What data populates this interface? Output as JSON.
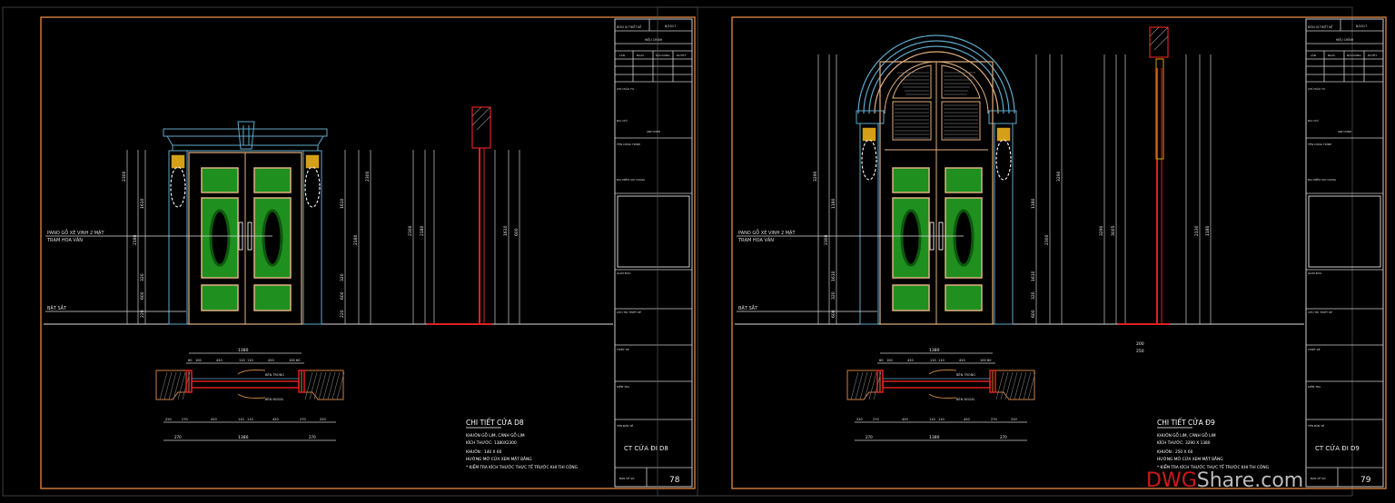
{
  "colors": {
    "background": "#000000",
    "sheet_border": "#c8783a",
    "outline": "#dddddd",
    "frame_cyan": "#5fa8c8",
    "door_tan": "#e0b080",
    "panel_green": "#1f8f1f",
    "section_red": "#e02020",
    "capital_yellow": "#d4a017",
    "watermark_red": "#d01818"
  },
  "sheets": [
    {
      "arched": false,
      "labels": {
        "panel": "PANO GỖ XẺ VINH 2 MẶT",
        "carving": "TRẠM HOA VĂN",
        "hinge": "BẬT SẮT"
      },
      "plan_labels": {
        "inside": "BÊN TRONG",
        "outside": "BÊN NGOÀI"
      },
      "plan_top_total": "1380",
      "plan_top": [
        "60",
        "100",
        "420",
        "110",
        "110",
        "420",
        "100",
        "60"
      ],
      "plan_bottom": [
        "220",
        "270",
        "420",
        "110",
        "110",
        "420",
        "270",
        "220"
      ],
      "plan_bottom_total": "1380",
      "plan_bottom_sides": [
        "270",
        "270"
      ],
      "dims_left": [
        "2300",
        "2180",
        "1610",
        "320",
        "600",
        "220"
      ],
      "dims_right": [
        "2300",
        "2180",
        "1610",
        "320",
        "600",
        "220"
      ],
      "section_dims": [
        "2300",
        "2180",
        "1610",
        "600"
      ],
      "notes": {
        "title": "CHI TIẾT CỬA D8",
        "lines": [
          "KHUÔN GỖ LIM, CÁNH GỖ LIM",
          "KÍCH THƯỚC: 1380X2300",
          "KHUÔN : 140 X 60",
          "HƯỚNG MỞ CỬA XEM MẶT BẰNG",
          "* KIỂM TRA KÍCH THƯỚC THỰC TẾ TRƯỚC KHI THI CÔNG"
        ]
      },
      "title_block": {
        "date": "8/2017",
        "company": "ĐƠN VỊ THIẾT KẾ",
        "revision": "HIỆU CHỈNH",
        "rev_cols": [
          "LẦN",
          "NGÀY",
          "NỘI DUNG",
          "DUYỆT"
        ],
        "owner": "CHỦ ĐẦU TƯ",
        "address": "ĐỊA CHỈ",
        "owner_name": "ANH ĐÌNH",
        "project": "TÊN CÔNG TRÌNH",
        "location": "ĐỊA ĐIỂM XÂY DỰNG",
        "director": "GIÁM ĐỐC",
        "lead": "CHỦ TRÌ THIẾT KẾ",
        "designer": "THIẾT KẾ",
        "checker": "KIỂM TRA",
        "drawing_name_label": "TÊN BẢN VẼ",
        "drawing_name": "CT CỬA ĐI D8",
        "sheet_no_label": "BẢN VẼ SỐ",
        "sheet_no": "78"
      }
    },
    {
      "arched": true,
      "labels": {
        "panel": "PANO GỖ XẺ VINH 2 MẶT",
        "carving": "TRẠM HOA VĂN",
        "hinge": "BẬT SẮT"
      },
      "plan_labels": {
        "inside": "BÊN TRONG",
        "outside": "BÊN NGOÀI"
      },
      "plan_top_total": "1380",
      "plan_top": [
        "60",
        "100",
        "420",
        "110",
        "110",
        "420",
        "100",
        "60"
      ],
      "plan_bottom": [
        "220",
        "270",
        "420",
        "110",
        "110",
        "420",
        "270",
        "220"
      ],
      "plan_bottom_total": "1380",
      "plan_bottom_sides": [
        "270",
        "270"
      ],
      "dims_left": [
        "3290",
        "2300",
        "1180",
        "1610",
        "320",
        "600"
      ],
      "dims_right": [
        "3290",
        "2300",
        "1180",
        "1610",
        "320",
        "600"
      ],
      "section_dims": [
        "3290",
        "3005",
        "2130",
        "1180"
      ],
      "section_width": [
        "200",
        "250"
      ],
      "notes": {
        "title": "CHI TIẾT CỬA Đ9",
        "lines": [
          "KHUÔN GỖ LIM, CÁNH GỖ LIM",
          "KÍCH THƯỚC: 3290 X 1380",
          "KHUÔN : 250 X 60",
          "HƯỚNG MỞ CỬA XEM MẶT BẰNG",
          "* KIỂM TRA KÍCH THƯỚC THỰC TẾ TRƯỚC KHI THI CÔNG"
        ]
      },
      "title_block": {
        "date": "8/2017",
        "company": "ĐƠN VỊ THIẾT KẾ",
        "revision": "HIỆU CHỈNH",
        "rev_cols": [
          "LẦN",
          "NGÀY",
          "NỘI DUNG",
          "DUYỆT"
        ],
        "owner": "CHỦ ĐẦU TƯ",
        "address": "ĐỊA CHỈ",
        "owner_name": "ANH ĐÌNH",
        "project": "TÊN CÔNG TRÌNH",
        "location": "ĐỊA ĐIỂM XÂY DỰNG",
        "director": "GIÁM ĐỐC",
        "lead": "CHỦ TRÌ THIẾT KẾ",
        "designer": "THIẾT KẾ",
        "checker": "KIỂM TRA",
        "drawing_name_label": "TÊN BẢN VẼ",
        "drawing_name": "CT CỬA ĐI D9",
        "sheet_no_label": "BẢN VẼ SỐ",
        "sheet_no": "79"
      }
    }
  ],
  "watermark": {
    "part1": "DWG",
    "part2": "Share.com"
  }
}
